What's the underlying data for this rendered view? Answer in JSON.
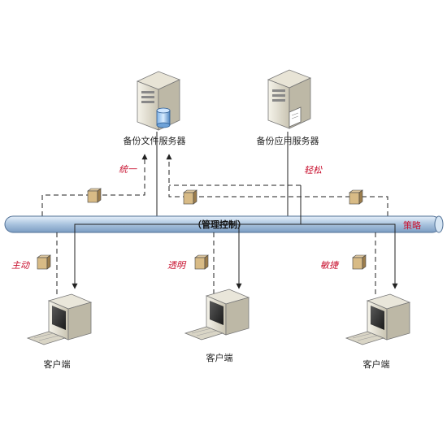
{
  "servers": {
    "file_server_label": "备份文件服务器",
    "app_server_label": "备份应用服务器"
  },
  "bus": {
    "center_label": "（管理控制）",
    "right_label": "策略"
  },
  "features": {
    "unified": "统一",
    "easy": "轻松",
    "active": "主动",
    "transparent": "透明",
    "agile": "敏捷"
  },
  "clients": [
    {
      "label": "客户端"
    },
    {
      "label": "客户端"
    },
    {
      "label": "客户端"
    }
  ],
  "colors": {
    "bus_fill": "#b9cfe6",
    "bus_stroke": "#5c7fa6",
    "accent_red": "#c8102e",
    "line": "#222222"
  }
}
